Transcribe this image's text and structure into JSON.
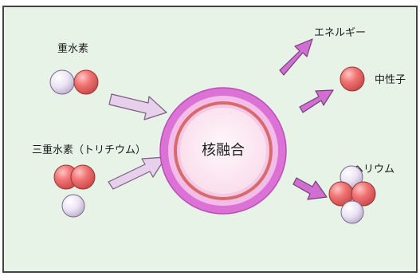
{
  "labels": {
    "deuterium": "重水素",
    "tritium": "三重水素（トリチウム）",
    "fusion": "核融合",
    "energy": "エネルギー",
    "neutron": "中性子",
    "helium": "ヘリウム"
  },
  "colors": {
    "background": "#e6f3e6",
    "border": "#444444",
    "proton": "#ee6f6f",
    "neutron_particle": "#e2d9ee",
    "ring_outer": "#dd72d6",
    "ring_mid": "#f2bde9",
    "ring_red": "#d96a6a",
    "ring_inner": "#fdeef6",
    "arrow_fill": "#e7d0ec",
    "arrow_magenta": "#cf6fd0"
  }
}
